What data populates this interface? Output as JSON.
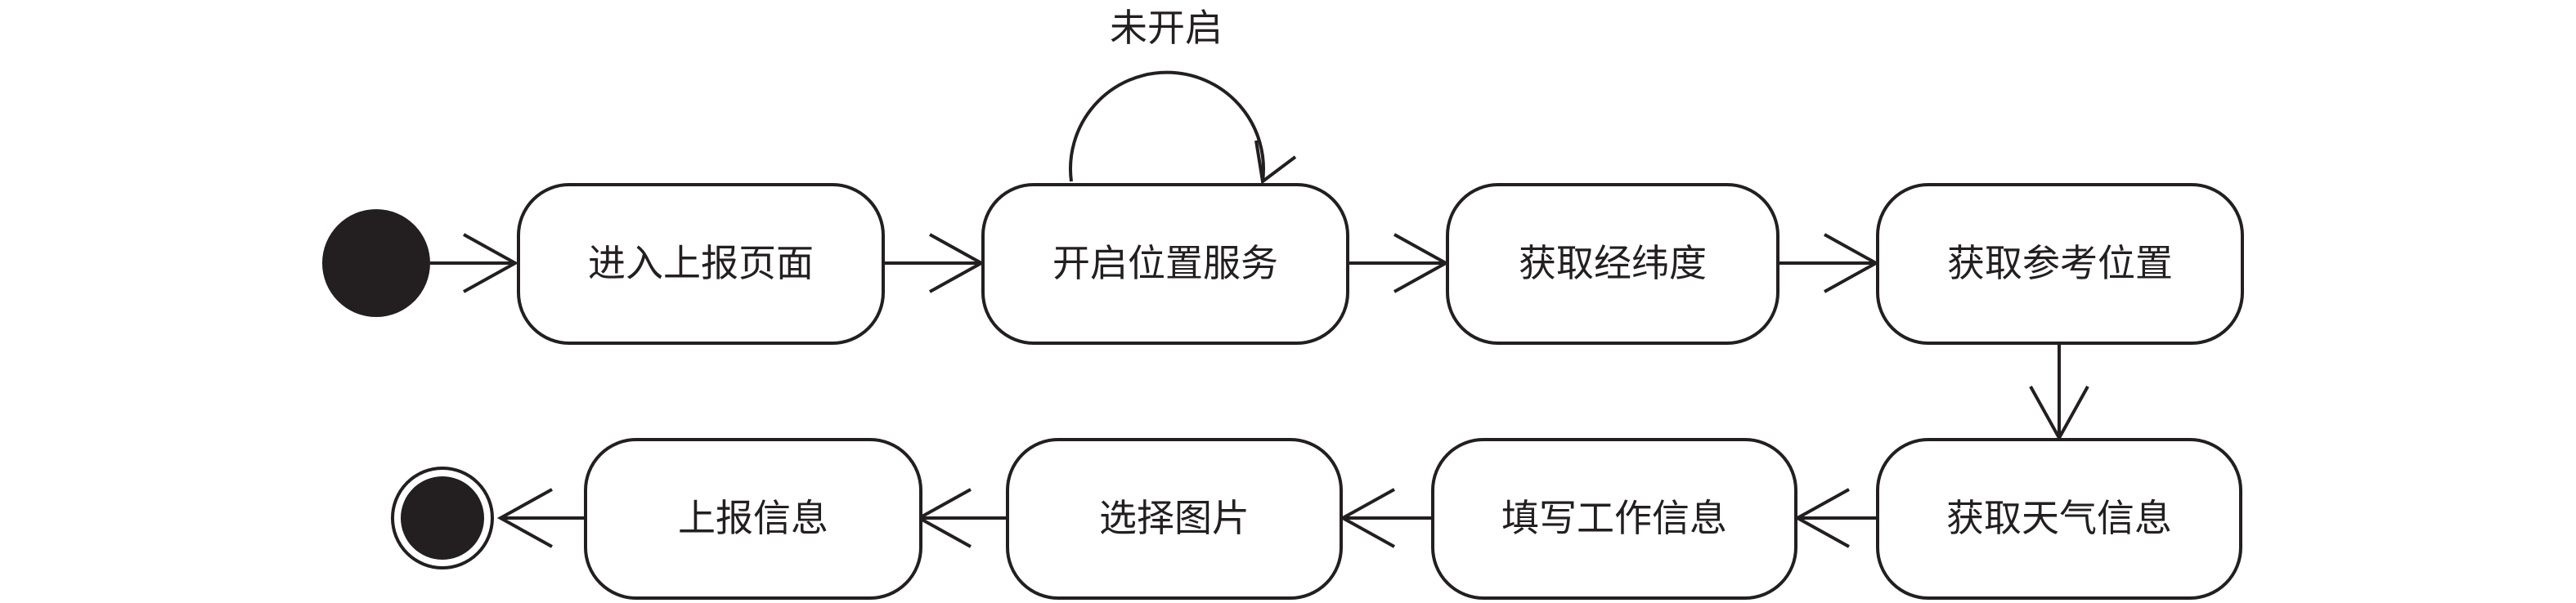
{
  "diagram": {
    "type": "activity-diagram",
    "colors": {
      "line": "#231f20",
      "box_fill": "#ffffff",
      "node": "#231f20"
    },
    "states": {
      "enter_report_page": "进入上报页面",
      "enable_location": "开启位置服务",
      "get_lat_lng": "获取经纬度",
      "get_reference_position": "获取参考位置",
      "get_weather": "获取天气信息",
      "fill_work_info": "填写工作信息",
      "select_image": "选择图片",
      "report_info": "上报信息"
    },
    "loop_label": "未开启",
    "transitions": [
      [
        "start",
        "enter_report_page"
      ],
      [
        "enter_report_page",
        "enable_location"
      ],
      [
        "enable_location",
        "enable_location"
      ],
      [
        "enable_location",
        "get_lat_lng"
      ],
      [
        "get_lat_lng",
        "get_reference_position"
      ],
      [
        "get_reference_position",
        "get_weather"
      ],
      [
        "get_weather",
        "fill_work_info"
      ],
      [
        "fill_work_info",
        "select_image"
      ],
      [
        "select_image",
        "report_info"
      ],
      [
        "report_info",
        "end"
      ]
    ]
  }
}
